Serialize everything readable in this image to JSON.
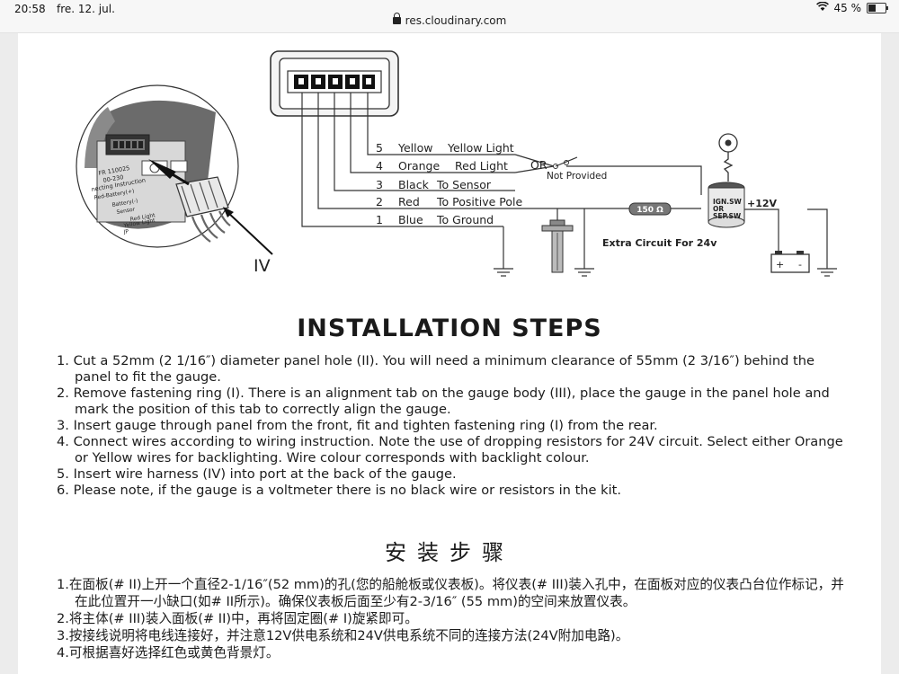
{
  "status_bar": {
    "time": "20:58",
    "date": "fre. 12. jul.",
    "url": "res.cloudinary.com",
    "battery_text": "45 %",
    "battery_level": 0.45
  },
  "diagram": {
    "callout": "IV",
    "label_lines": [
      "FR 110025",
      "00-230",
      "necting Instruction",
      "Red-Battery(+)",
      "Battery(-)",
      "Sensor",
      "Red Light",
      "Yellow Light",
      "JP"
    ],
    "wires": [
      {
        "num": "5",
        "color_name": "Yellow",
        "desc": "Yellow Light"
      },
      {
        "num": "4",
        "color_name": "Orange",
        "desc": "Red Light"
      },
      {
        "num": "3",
        "color_name": "Black",
        "desc": "To Sensor"
      },
      {
        "num": "2",
        "color_name": "Red",
        "desc": "To Positive Pole"
      },
      {
        "num": "1",
        "color_name": "Blue",
        "desc": "To Ground"
      }
    ],
    "or_label": "OR",
    "not_provided": "Not Provided",
    "resistor": "150 Ω",
    "switch_label": [
      "IGN.SW",
      "OR",
      "SEP.SW"
    ],
    "voltage": "+12V",
    "extra_circuit": "Extra Circuit For 24v",
    "battery_plus": "+",
    "battery_minus": "-"
  },
  "installation": {
    "title": "INSTALLATION STEPS",
    "steps": [
      "1. Cut a 52mm (2 1/16″) diameter panel hole (II). You will need a minimum clearance of 55mm (2 3/16″) behind the panel to fit the gauge.",
      "2. Remove fastening ring (I). There is an alignment tab on the gauge body (III), place the gauge in the panel hole and mark the position of this tab to correctly align the gauge.",
      "3. Insert gauge through panel from the front, fit and tighten fastening ring (I) from the rear.",
      "4. Connect wires according to wiring instruction. Note the use of dropping resistors for 24V circuit. Select either Orange or Yellow wires for backlighting. Wire colour corresponds with backlight colour.",
      "5. Insert wire harness (IV) into port at the back of the gauge.",
      "6. Please note, if the gauge is a voltmeter there is no black wire or resistors in the kit."
    ]
  },
  "installation_zh": {
    "title": "安装步骤",
    "steps": [
      "1.在面板(# II)上开一个直径2-1/16″(52 mm)的孔(您的船舱板或仪表板)。将仪表(# III)装入孔中，在面板对应的仪表凸台位作标记，并在此位置开一小缺口(如# II所示)。确保仪表板后面至少有2-3/16″ (55 mm)的空间来放置仪表。",
      "2.将主体(# III)装入面板(# II)中，再将固定圈(# I)旋紧即可。",
      "3.按接线说明将电线连接好，并注意12V供电系统和24V供电系统不同的连接方法(24V附加电路)。",
      "4.可根据喜好选择红色或黄色背景灯。"
    ]
  }
}
